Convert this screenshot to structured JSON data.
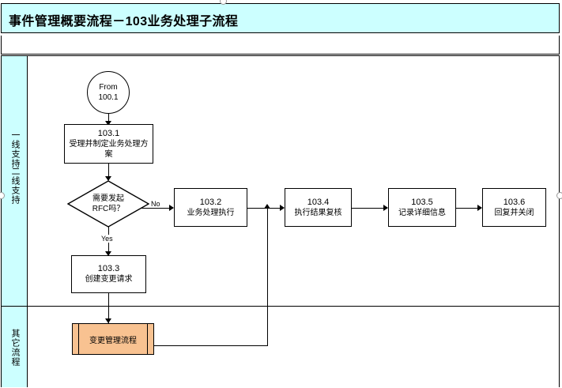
{
  "title": {
    "text": "事件管理概要流程－103业务处理子流程"
  },
  "swimlanes": [
    {
      "id": "support",
      "labels": [
        "一线支持",
        "二线支持"
      ]
    },
    {
      "id": "other",
      "labels": [
        "其它流程"
      ]
    }
  ],
  "nodes": {
    "start": {
      "line1": "From",
      "line2": "100.1"
    },
    "n1031": {
      "num": "103.1",
      "cap": "受理并制定业务处理方案"
    },
    "decision": {
      "line1": "需要发起",
      "line2": "RFC吗？"
    },
    "n1033": {
      "num": "103.3",
      "cap": "创建变更请求"
    },
    "n1032": {
      "num": "103.2",
      "cap": "业务处理执行"
    },
    "n1034": {
      "num": "103.4",
      "cap": "执行结果复核"
    },
    "n1035": {
      "num": "103.5",
      "cap": "记录详细信息"
    },
    "n1036": {
      "num": "103.6",
      "cap": "回复并关闭"
    },
    "subprocess": {
      "cap": "变更管理流程"
    }
  },
  "edge_labels": {
    "no": "No",
    "yes": "Yes"
  },
  "colors": {
    "header_fill": "#ccffff",
    "subprocess_fill": "#f8c291",
    "line": "#000000",
    "shape_fill": "#ffffff"
  }
}
